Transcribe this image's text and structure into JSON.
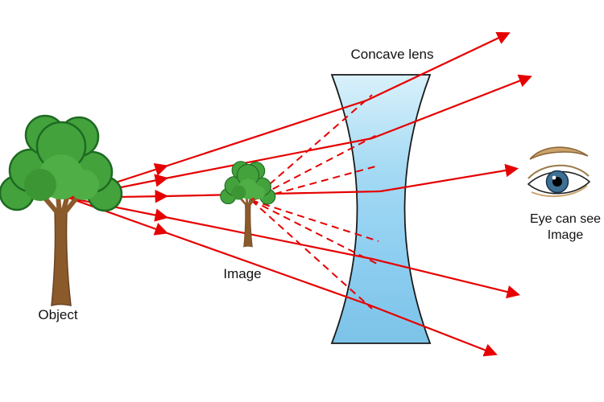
{
  "labels": {
    "concave_lens": "Concave lens",
    "object": "Object",
    "image": "Image",
    "eye_line1": "Eye can see",
    "eye_line2": "Image"
  },
  "icons": {
    "object_tree": "large-tree-icon",
    "image_tree": "small-tree-icon",
    "lens": "concave-lens-shape",
    "eye": "eye-icon",
    "rays": "red-light-ray-arrows",
    "virtual_rays": "dashed-virtual-ray-lines"
  },
  "colors": {
    "ray": "#e60000",
    "lens_fill_top": "#d9f1fb",
    "lens_fill_bottom": "#7cc3e8",
    "lens_stroke": "#1a1a1a",
    "foliage": "#44a23c",
    "trunk": "#8b5a2b",
    "background": "#ffffff"
  }
}
